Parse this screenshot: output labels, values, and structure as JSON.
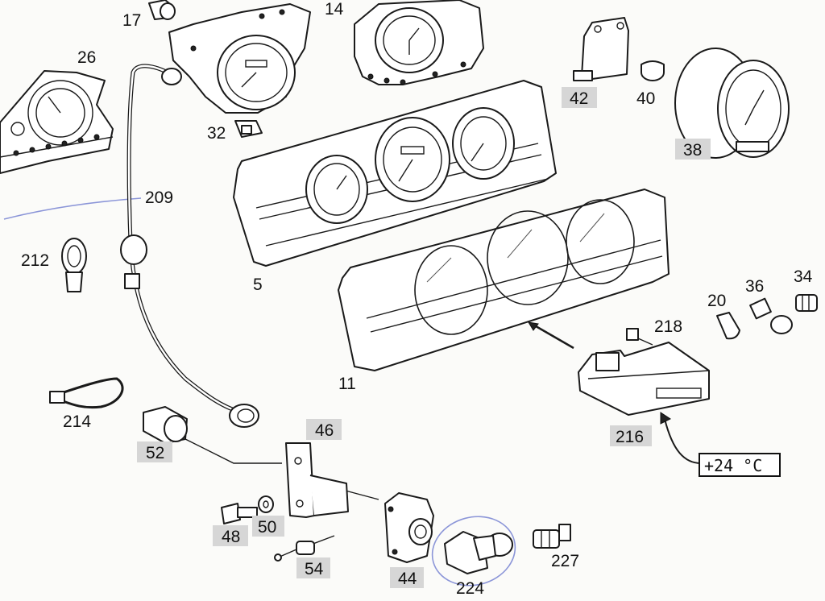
{
  "parts": [
    {
      "id": "p17",
      "label": "17",
      "callout": false
    },
    {
      "id": "p14",
      "label": "14",
      "callout": false
    },
    {
      "id": "p26",
      "label": "26",
      "callout": false
    },
    {
      "id": "p32",
      "label": "32",
      "callout": false
    },
    {
      "id": "p209",
      "label": "209",
      "callout": false
    },
    {
      "id": "p212",
      "label": "212",
      "callout": false
    },
    {
      "id": "p5",
      "label": "5",
      "callout": false
    },
    {
      "id": "p42",
      "label": "42",
      "callout": true
    },
    {
      "id": "p40",
      "label": "40",
      "callout": false
    },
    {
      "id": "p38",
      "label": "38",
      "callout": true
    },
    {
      "id": "p11",
      "label": "11",
      "callout": false
    },
    {
      "id": "p20",
      "label": "20",
      "callout": false
    },
    {
      "id": "p36",
      "label": "36",
      "callout": false
    },
    {
      "id": "p34",
      "label": "34",
      "callout": false
    },
    {
      "id": "p218",
      "label": "218",
      "callout": false
    },
    {
      "id": "p216",
      "label": "216",
      "callout": true
    },
    {
      "id": "p214",
      "label": "214",
      "callout": false
    },
    {
      "id": "p52",
      "label": "52",
      "callout": true
    },
    {
      "id": "p46",
      "label": "46",
      "callout": true
    },
    {
      "id": "p48",
      "label": "48",
      "callout": true
    },
    {
      "id": "p50",
      "label": "50",
      "callout": true
    },
    {
      "id": "p54",
      "label": "54",
      "callout": true
    },
    {
      "id": "p44",
      "label": "44",
      "callout": true
    },
    {
      "id": "p224",
      "label": "224",
      "callout": false
    },
    {
      "id": "p227",
      "label": "227",
      "callout": false
    }
  ],
  "display": {
    "temperature": "+24 °C"
  },
  "colors": {
    "line": "#1a1a1a",
    "callout_background": "#d6d6d6",
    "pen_mark": "#8b95d8"
  }
}
